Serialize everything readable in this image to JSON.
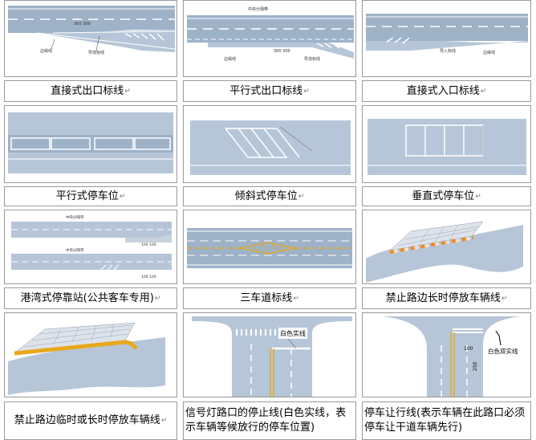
{
  "colors": {
    "road": "#9eb2c8",
    "road_light": "#b6c6d8",
    "line": "#ffffff",
    "yellow": "#e8a81c",
    "orange": "#f08a20",
    "ground": "#c8d2dc"
  },
  "row1": {
    "captions": [
      "直接式出口标线",
      "平行式出口标线",
      "直接式入口标线"
    ],
    "labels": {
      "a_300": "300 300",
      "a_edge": "边缘线",
      "a_guide": "导流标线",
      "b_center": "中央分隔带",
      "b_300": "300  300",
      "b_edge": "边缘线",
      "b_guide": "导流标线",
      "c_guide": "导入标线",
      "c_edge": "边缘线"
    }
  },
  "row2": {
    "captions": [
      "平行式停车位",
      "倾斜式停车位",
      "垂直式停车位"
    ]
  },
  "row3": {
    "captions": [
      "港湾式停靠站(公共客车专用)",
      "三车道标线",
      "禁止路边长时停放车辆线"
    ],
    "labels": {
      "center1": "中央分隔带",
      "center2": "中央分隔带",
      "dim": "100 100"
    }
  },
  "row4": {
    "captions": [
      "禁止路边临时或长时停放车辆线",
      "信号灯路口的停止线(白色实线，表示车辆等候放行的停车位置)",
      "停车让行线(表示车辆在此路口必须停车让干道车辆先行)"
    ],
    "labels": {
      "white_solid": "白色实线",
      "white_double": "白色双实线",
      "n100": "100",
      "n250": "250"
    }
  },
  "return_mark": "↵"
}
